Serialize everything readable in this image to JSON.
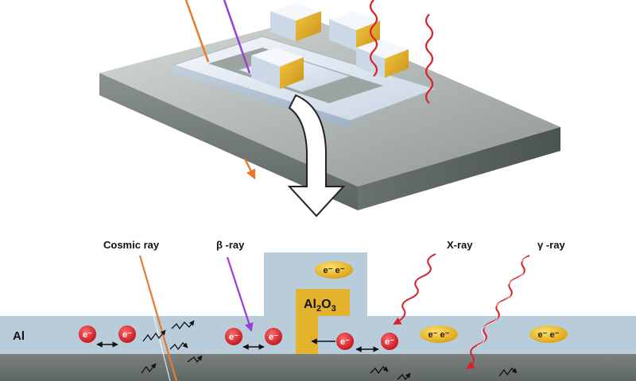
{
  "labels": {
    "cosmic_ray": "Cosmic ray",
    "beta_ray": "β -ray",
    "x_ray": "X-ray",
    "gamma_ray": "γ -ray",
    "al": "Al",
    "al2o3_main": "Al",
    "al2o3_sub": "2",
    "al2o3_o": "O",
    "al2o3_osub": "3"
  },
  "particles": {
    "electron": "e⁻",
    "cooper_pair": "e⁻ e⁻"
  },
  "colors": {
    "cosmic_ray": "#e87a2a",
    "beta_ray": "#9a3fd6",
    "x_ray": "#d8202a",
    "gamma_ray": "#d8202a",
    "electron_fill": "#e0202a",
    "pair_fill": "#e8b317",
    "aluminum": "#b9ccd9",
    "oxide": "#e3b32e",
    "substrate": "#6e7674"
  }
}
